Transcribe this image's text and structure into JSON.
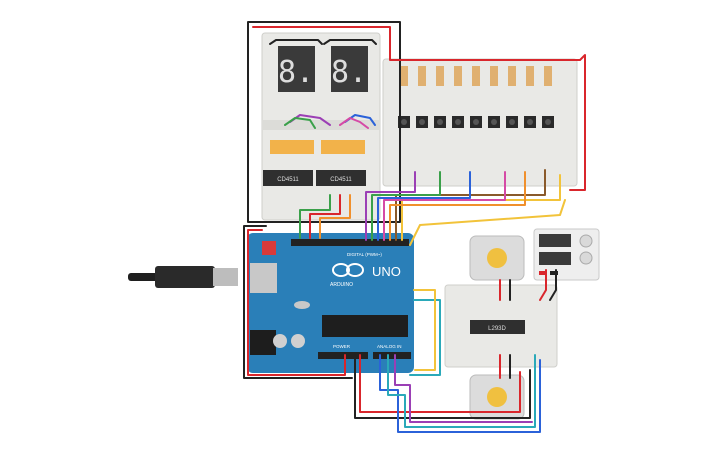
{
  "colors": {
    "breadboard": "#e9e9e6",
    "arduino_board": "#2a7fb8",
    "wire_red": "#d9262c",
    "wire_black": "#222222",
    "wire_orange": "#f0902c",
    "wire_yellow": "#f2c33a",
    "wire_green": "#3aa04a",
    "wire_blue": "#2b62d9",
    "wire_purple": "#9b3fb5",
    "wire_pink": "#d54aa6",
    "wire_teal": "#2aa9b9",
    "wire_brown": "#8a5a2b"
  },
  "displays": [
    {
      "label": "8."
    },
    {
      "label": "8."
    }
  ],
  "chips": [
    {
      "label": "CD4511"
    },
    {
      "label": "CD4511"
    },
    {
      "label": "L293D"
    }
  ],
  "arduino": {
    "brand": "ARDUINO",
    "model": "UNO",
    "digital_label": "DIGITAL (PWM~)",
    "power_label": "POWER",
    "analog_label": "ANALOG IN"
  },
  "button_count": 9,
  "motor_count": 2
}
